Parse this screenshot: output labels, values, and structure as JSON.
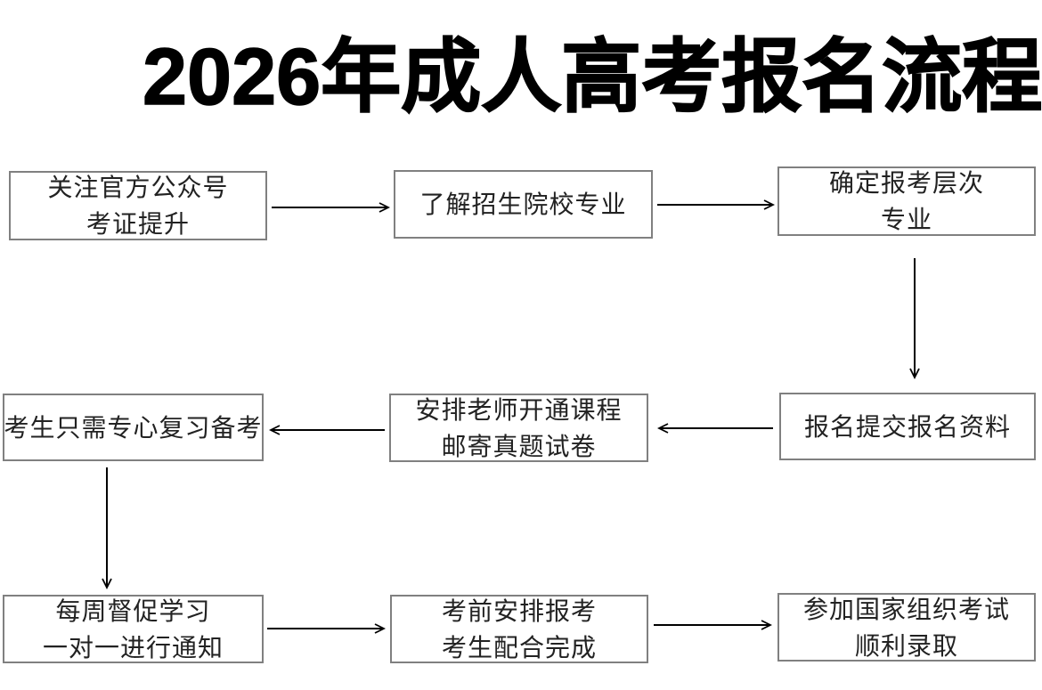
{
  "title": "2026年成人高考报名流程",
  "boxes": [
    {
      "id": "follow-official-account",
      "step": 1,
      "lines": [
        "关注官方公众号",
        "考证提升"
      ]
    },
    {
      "id": "learn-schools-majors",
      "step": 2,
      "lines": [
        "了解招生院校专业"
      ]
    },
    {
      "id": "confirm-level-major",
      "step": 3,
      "lines": [
        "确定报考层次",
        "专业"
      ]
    },
    {
      "id": "submit-registration",
      "step": 4,
      "lines": [
        "报名提交报名资料"
      ]
    },
    {
      "id": "teacher-opens-course",
      "step": 5,
      "lines": [
        "安排老师开通课程",
        "邮寄真题试卷"
      ]
    },
    {
      "id": "focus-on-review",
      "step": 6,
      "lines": [
        "考生只需专心复习备考"
      ]
    },
    {
      "id": "weekly-supervision",
      "step": 7,
      "lines": [
        "每周督促学习",
        "一对一进行通知"
      ]
    },
    {
      "id": "pre-exam-arrangement",
      "step": 8,
      "lines": [
        "考前安排报考",
        "考生配合完成"
      ]
    },
    {
      "id": "national-exam-admission",
      "step": 9,
      "lines": [
        "参加国家组织考试",
        "顺利录取"
      ]
    }
  ],
  "arrows": [
    {
      "name": "arrow-step1-step2",
      "direction": "right"
    },
    {
      "name": "arrow-step2-step3",
      "direction": "right"
    },
    {
      "name": "arrow-step3-step4",
      "direction": "down"
    },
    {
      "name": "arrow-step4-step5",
      "direction": "left"
    },
    {
      "name": "arrow-step5-step6",
      "direction": "left"
    },
    {
      "name": "arrow-step6-step7",
      "direction": "down"
    },
    {
      "name": "arrow-step7-step8",
      "direction": "right"
    },
    {
      "name": "arrow-step8-step9",
      "direction": "right"
    }
  ],
  "colors": {
    "background": "#ffffff",
    "title_text": "#000000",
    "box_border": "#808080",
    "box_text": "#222222",
    "arrow": "#000000"
  }
}
